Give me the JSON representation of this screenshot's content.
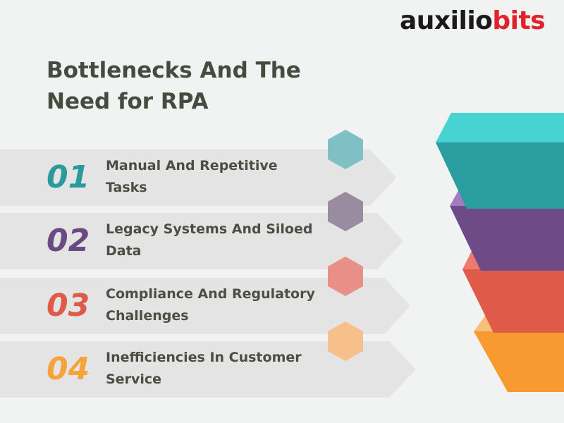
{
  "logo": {
    "part1": "auxilio",
    "part2": "bits"
  },
  "title": "Bottlenecks And The Need for RPA",
  "colors": {
    "teal": "#2a9a9a",
    "purple": "#6a4a82",
    "red": "#e05a4a",
    "orange": "#f7a23b",
    "title": "#454b3e",
    "bar": "#e4e4e4"
  },
  "items": [
    {
      "number": "01",
      "label": "Manual And Repetitive Tasks",
      "color": "#2a9a9a"
    },
    {
      "number": "02",
      "label": "Legacy Systems And Siloed Data",
      "color": "#6a4a82"
    },
    {
      "number": "03",
      "label": "Compliance And Regulatory Challenges",
      "color": "#e05a4a"
    },
    {
      "number": "04",
      "label": "Inefficiencies In Customer Service",
      "color": "#f7a23b"
    }
  ]
}
